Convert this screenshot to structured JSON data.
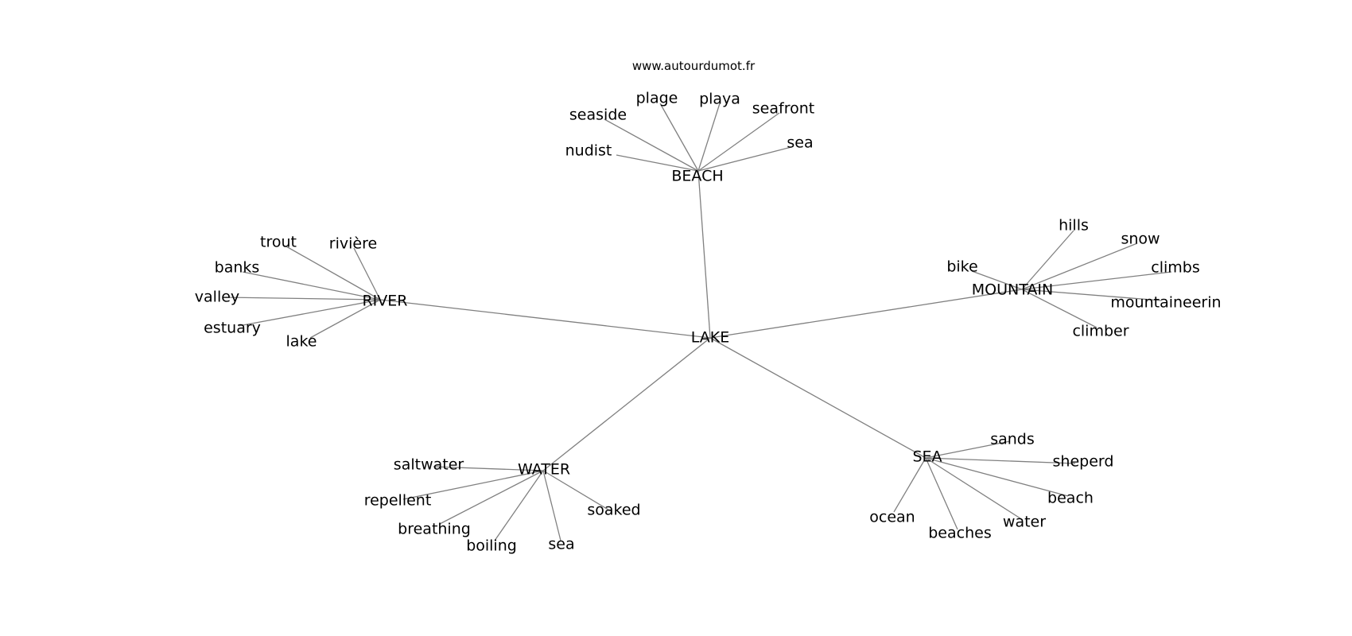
{
  "source": "www.autourdumot.fr",
  "colors": {
    "edge": "#808080",
    "text": "#000000",
    "background": "#ffffff"
  },
  "center": "LAKE",
  "clusters": [
    {
      "hub": "BEACH",
      "words": [
        "nudist",
        "seaside",
        "plage",
        "playa",
        "seafront",
        "sea"
      ]
    },
    {
      "hub": "RIVER",
      "words": [
        "trout",
        "rivière",
        "banks",
        "valley",
        "estuary",
        "lake"
      ]
    },
    {
      "hub": "MOUNTAIN",
      "words": [
        "bike",
        "hills",
        "snow",
        "climbs",
        "mountaineerin",
        "climber"
      ]
    },
    {
      "hub": "WATER",
      "words": [
        "saltwater",
        "repellent",
        "breathing",
        "boiling",
        "sea",
        "soaked"
      ]
    },
    {
      "hub": "SEA",
      "words": [
        "sands",
        "sheperd",
        "beach",
        "water",
        "beaches",
        "ocean"
      ]
    }
  ]
}
